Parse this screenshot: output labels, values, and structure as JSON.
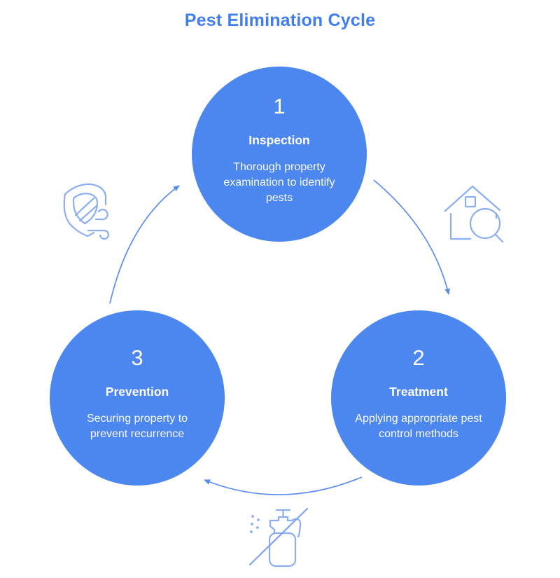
{
  "title": "Pest Elimination Cycle",
  "steps": [
    {
      "number": "1",
      "label": "Inspection",
      "description": "Thorough property examination to identify pests"
    },
    {
      "number": "2",
      "label": "Treatment",
      "description": "Applying appropriate pest control methods"
    },
    {
      "number": "3",
      "label": "Prevention",
      "description": "Securing property to prevent recurrence"
    }
  ],
  "icons": {
    "left": "shield-wind-icon",
    "right": "house-search-icon",
    "bottom": "spray-bottle-crossed-icon"
  },
  "colors": {
    "title": "#3f7df0",
    "circle_fill": "#4c86ef",
    "circle_text": "#ffffff",
    "arrow": "#5b8df0",
    "icon_stroke": "#8aadf4"
  }
}
